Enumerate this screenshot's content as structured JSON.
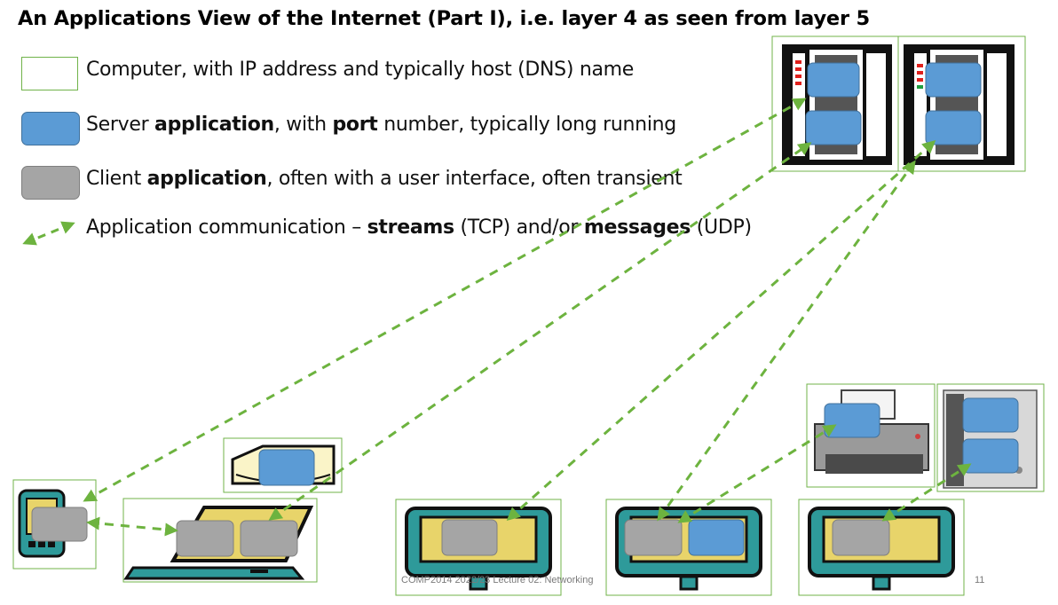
{
  "title": "An Applications View of the Internet (Part I), i.e. layer 4 as seen from layer 5",
  "legend": {
    "computer": {
      "text": "Computer, with IP address and typically host (DNS) name"
    },
    "server": {
      "pre": "Server ",
      "bold1": "application",
      "mid": ", with ",
      "bold2": "port",
      "post": " number, typically long running"
    },
    "client": {
      "pre": "Client ",
      "bold1": "application",
      "post": ", often with a user interface, often transient"
    },
    "comm": {
      "pre": "Application communication – ",
      "bold1": "streams",
      "mid": " (TCP) and/or ",
      "bold2": "messages",
      "post": " (UDP)"
    }
  },
  "nodes": {
    "computer": {
      "icon": "computer-box-icon"
    },
    "server_app": {
      "icon": "server-application-icon"
    },
    "client_app": {
      "icon": "client-application-icon"
    },
    "server_rack": {
      "icon": "server-rack-icon"
    },
    "monitor": {
      "icon": "monitor-icon"
    },
    "laptop": {
      "icon": "laptop-icon"
    },
    "tablet": {
      "icon": "tablet-icon"
    },
    "scanner": {
      "icon": "scanner-icon"
    },
    "printer": {
      "icon": "printer-icon"
    },
    "tower": {
      "icon": "tower-pc-icon"
    }
  },
  "colors": {
    "server_app": "#5b9bd5",
    "client_app": "#a5a5a5",
    "computer_border": "#70b34a",
    "arrow": "#6db33f",
    "device_teal": "#2e9a9a",
    "device_yellow": "#e8d46a"
  },
  "footer": "COMP2014 2022/23 Lecture 02: Networking",
  "page_number": "11"
}
